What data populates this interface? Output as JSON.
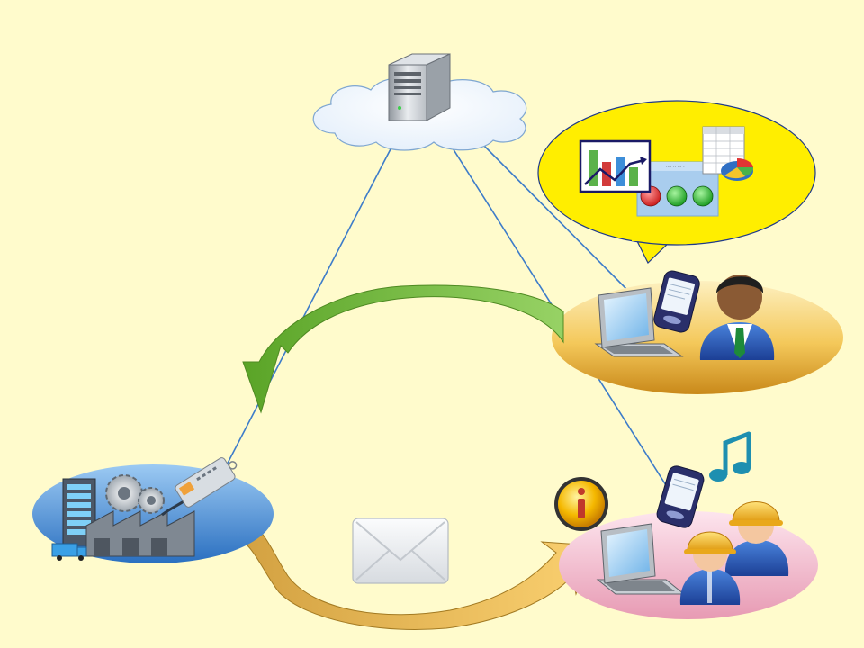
{
  "diagram": {
    "nodes": [
      {
        "id": "cloud-server",
        "label": ""
      },
      {
        "id": "manager-station",
        "label": ""
      },
      {
        "id": "factory",
        "label": ""
      },
      {
        "id": "field-workers",
        "label": ""
      }
    ],
    "links": [
      {
        "from": "cloud-server",
        "to": "factory"
      },
      {
        "from": "cloud-server",
        "to": "manager-station"
      },
      {
        "from": "cloud-server",
        "to": "field-workers"
      },
      {
        "from": "manager-station",
        "to": "field-workers"
      }
    ],
    "flows": [
      {
        "from": "manager-station",
        "to": "factory",
        "color": "#7dc142"
      },
      {
        "from": "factory",
        "to": "field-workers",
        "color": "#e9b84a"
      }
    ],
    "speech_bubble_fill": "#ffee00",
    "icons": [
      "server-icon",
      "line-chart-icon",
      "spreadsheet-icon",
      "status-lights-icon",
      "laptop-icon",
      "pda-icon",
      "manager-avatar-icon",
      "factory-icon",
      "plc-device-icon",
      "email-envelope-icon",
      "info-alert-icon",
      "music-note-icon",
      "worker-avatar-icon"
    ],
    "colors": {
      "background": "#fffbcc",
      "link_line": "#3d7cc9",
      "manager_ellipse": "#f4c85a",
      "factory_ellipse": "#4d94d8",
      "workers_ellipse": "#f2b7c9",
      "status_red": "#e03030",
      "status_green": "#35b335"
    }
  }
}
